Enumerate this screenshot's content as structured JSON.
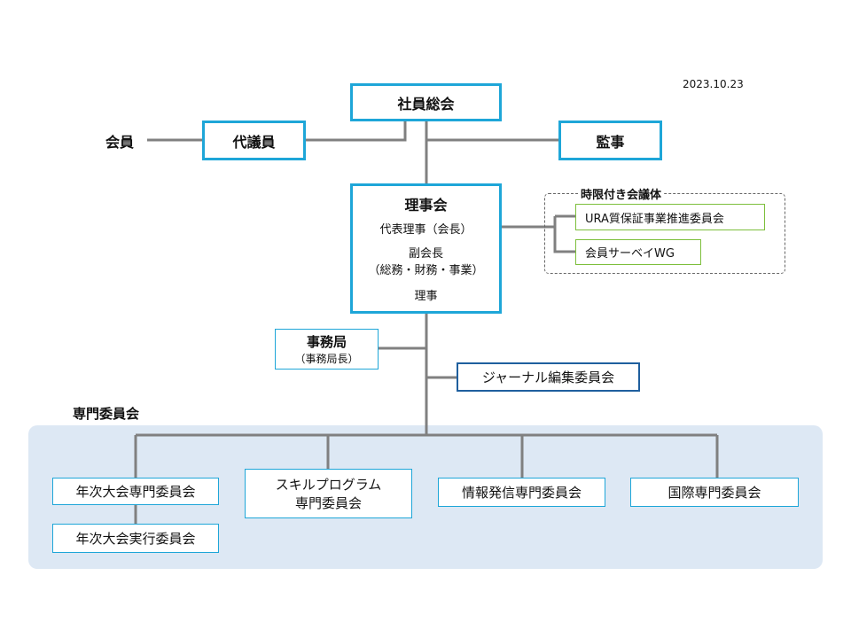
{
  "date": "2023.10.23",
  "general_meeting": "社員総会",
  "member": "会員",
  "delegates": "代議員",
  "auditor": "監事",
  "board": {
    "title": "理事会",
    "lines": [
      "代表理事（会長）",
      "副会長",
      "（総務・財務・事業）",
      "理事"
    ]
  },
  "temporary_group": {
    "title": "時限付き会議体",
    "items": [
      "URA質保証事業推進委員会",
      "会員サーベイWG"
    ]
  },
  "secretariat": {
    "title": "事務局",
    "sub": "（事務局長）"
  },
  "journal_committee": "ジャーナル編集委員会",
  "specialist_committees": {
    "title": "専門委員会",
    "annual_conference": "年次大会専門委員会",
    "annual_conference_exec": "年次大会実行委員会",
    "skill_program_line1": "スキルプログラム",
    "skill_program_line2": "専門委員会",
    "info_dissemination": "情報発信専門委員会",
    "international": "国際専門委員会"
  },
  "colors": {
    "box_border": "#1ea6d8",
    "temporary_border": "#7dbf3c",
    "journal_border": "#1f5f9e",
    "connector": "#808080",
    "panel_bg": "#dde8f4"
  }
}
